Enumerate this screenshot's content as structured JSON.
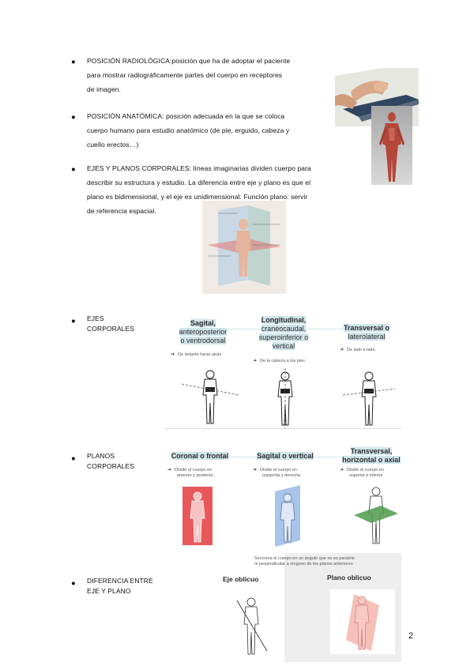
{
  "sections": [
    {
      "label": "POSICIÓN RADIOLÓGICA:",
      "lines": [
        "POSICIÓN RADIOLÓGICA:posición que ha de adoptar el paciente",
        "para mostrar radiográficamente partes del cuerpo en receptores",
        "de imagen."
      ]
    },
    {
      "lines": [
        "POSICIÓN ANATÓMICA: posición adecuada en la que se coloca",
        "cuerpo humano para estudio anatómico (de pie, erguido, cabeza y",
        "cuello erectos…)"
      ]
    },
    {
      "lines": [
        "EJES Y PLANOS CORPORALES: líneas imaginarias dividen cuerpo para",
        "describir su estructura y estudio. La diferencia entre eje y plano es que el",
        "plano es bidimensional, y el eje es unidimensional. Función plano: servir",
        "de referencia espacial."
      ]
    },
    {
      "lines": [
        "EJES",
        "CORPORALES"
      ]
    },
    {
      "lines": [
        "PLANOS",
        "CORPORALES"
      ]
    },
    {
      "lines": [
        "DIFERENCIA ENTRE",
        "EJE Y PLANO"
      ]
    }
  ],
  "ejes": [
    {
      "title": [
        "Sagital,",
        "anteroposterior",
        "o ventrodorsal"
      ],
      "note": "De delante hacia atrás"
    },
    {
      "title": [
        "Longitudinal,",
        "craneocaudal,",
        "superoinferior o",
        "vertical"
      ],
      "note": "De la cabeza a los pies"
    },
    {
      "title": [
        "Transversal o",
        "laterolateral"
      ],
      "note": "De lado a lado"
    }
  ],
  "planos": [
    {
      "title": "Coronal o frontal",
      "note": [
        "Divide el cuerpo en",
        "anterior y posterior"
      ],
      "color": "#e8585a"
    },
    {
      "title": "Sagital o vertical",
      "note": [
        "Divide el cuerpo en",
        "izquierda y derecha"
      ],
      "color": "#a9c4ea"
    },
    {
      "title": [
        "Transversal,",
        "horizontal o axial"
      ],
      "note": [
        "Divide el cuerpo en",
        "superior e inferior"
      ],
      "color": "#4e9a4a"
    }
  ],
  "diferencia": {
    "caption": [
      "Secciona el cuerpo en un ángulo que no es paralelo",
      "ni perpendicular a ninguno de los planos anteriores"
    ],
    "eje_label": "Eje oblicuo",
    "plano_label": "Plano oblicuo"
  },
  "page_number": "2"
}
